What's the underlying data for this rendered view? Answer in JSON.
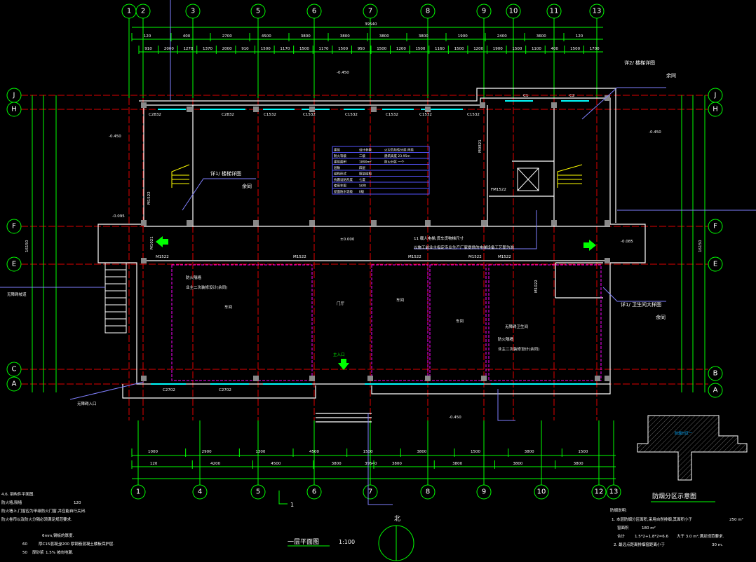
{
  "drawing": {
    "title": "一层平面图",
    "scale": "1:100",
    "north_label": "北",
    "section_mark": "1",
    "colors": {
      "axis": "#00ff00",
      "centerline": "#ff0000",
      "wall": "#ffffff",
      "window": "#00ffff",
      "annotation": "#8080ff",
      "door_partition": "#ff00ff"
    }
  },
  "axes": {
    "top": [
      "1",
      "2",
      "3",
      "5",
      "6",
      "7",
      "8",
      "9",
      "10",
      "11",
      "13"
    ],
    "bottom": [
      "1",
      "4",
      "5",
      "6",
      "7",
      "8",
      "9",
      "10",
      "12",
      "13"
    ],
    "left": [
      "J",
      "H",
      "F",
      "E",
      "C",
      "A"
    ],
    "right": [
      "J",
      "H",
      "F",
      "E",
      "B",
      "A"
    ]
  },
  "dimensions": {
    "top_total": "39540",
    "top_row1": [
      "120",
      "400",
      "2700",
      "4500",
      "3800",
      "3800",
      "3800",
      "3800",
      "1900",
      "2400",
      "3600",
      "120"
    ],
    "top_row2": [
      "910",
      "2000",
      "1270",
      "1370",
      "2000",
      "910",
      "1500",
      "1170",
      "1500",
      "1170",
      "1500",
      "950",
      "1500",
      "1200",
      "1500",
      "1160",
      "1500",
      "1200",
      "1900",
      "1500",
      "1100",
      "400",
      "1500",
      "1700"
    ],
    "bottom_total": "39540",
    "bottom_row1": [
      "120",
      "4200",
      "4500",
      "3800",
      "3800",
      "3800",
      "3800",
      "3800"
    ],
    "bottom_row2": [
      "1000",
      "2900",
      "1300",
      "4500",
      "1500",
      "3800",
      "1500",
      "3800",
      "1500"
    ],
    "left_total": "16150",
    "right_total": "16150"
  },
  "labels": {
    "stair_detail_left": "详1/ 楼梯详图",
    "stair_detail_right": "详2/ 楼梯详图",
    "same": "余同",
    "toilet_detail": "详1/ 卫生间大样图",
    "elevator_note1": "11 载人电梯,货车货物梯尺寸",
    "elevator_note2": "以施工前业主指定专业生产厂家提供的电梯设备工艺图为准",
    "level_0000": "±0.000",
    "level_m0450": "-0.450",
    "level_m0095": "-0.095",
    "level_m0085": "-0.085",
    "hall": "门厅",
    "workshop1": "车间",
    "workshop2": "车间",
    "workshop3": "车间",
    "barrier_free_toilet": "无障碍卫生间",
    "barrier_free_entrance": "无障碍入口",
    "fire_partition": "防火隔墙",
    "secondary_design": "业主二次装修设计(余同)",
    "accessible_ramp": "无障碍坡道",
    "main_entrance": "主入口",
    "windows": [
      "C2832",
      "C2832",
      "C1532",
      "C1532",
      "C1532",
      "C1532",
      "C1532",
      "C1532",
      "C2702",
      "C2702",
      "C1",
      "C2"
    ],
    "doors": [
      "M1522",
      "M1522",
      "M1522",
      "M1522",
      "M1522",
      "M1522",
      "FM1522",
      "M1021",
      "M0821",
      "M1022"
    ]
  },
  "info_table": {
    "rows": [
      [
        "建筑",
        "设计参数",
        "火灾危险性分类 丙类"
      ],
      [
        "耐火等级",
        "二级",
        "建筑高度 23.95m"
      ],
      [
        "建筑面积",
        "1890m²",
        "防火分区 一个"
      ],
      [
        "层数",
        "四层"
      ],
      [
        "结构形式",
        "框架结构"
      ],
      [
        "抗震设防烈度",
        "七度"
      ],
      [
        "使用年限",
        "50年"
      ],
      [
        "屋面防水等级",
        "II级"
      ]
    ]
  },
  "notes_left": [
    "4.6. 钢构件平面图.",
    "防火墙,隔墙",
    "120",
    "防火墙上,门窗应为甲级防火门窗,并应能自行关闭.",
    "防火卷帘以及防火分隔必须满足规范要求.",
    "6mm,钢板的厚度.",
    "60",
    "厚C15混凝土",
    "2200 厚钢筋混凝土楼板保护层.",
    "50",
    "厚砂浆",
    "1.5% 坡向地漏."
  ],
  "smoke_zone": {
    "title": "防烟分区示意图",
    "zone_label": "防烟分区一",
    "notes_title": "防烟说明:",
    "notes": [
      "1. 本层防烟分区面积,采用自然排烟,其面积小于",
      "250 m²",
      "窗面积",
      "180 m²",
      "合计",
      "1.5*2+1.8*2=6.6",
      "大于 3.0 m²,满足规范要求.",
      "2. 最远点距离排烟窗距离小于",
      "30 m."
    ]
  }
}
